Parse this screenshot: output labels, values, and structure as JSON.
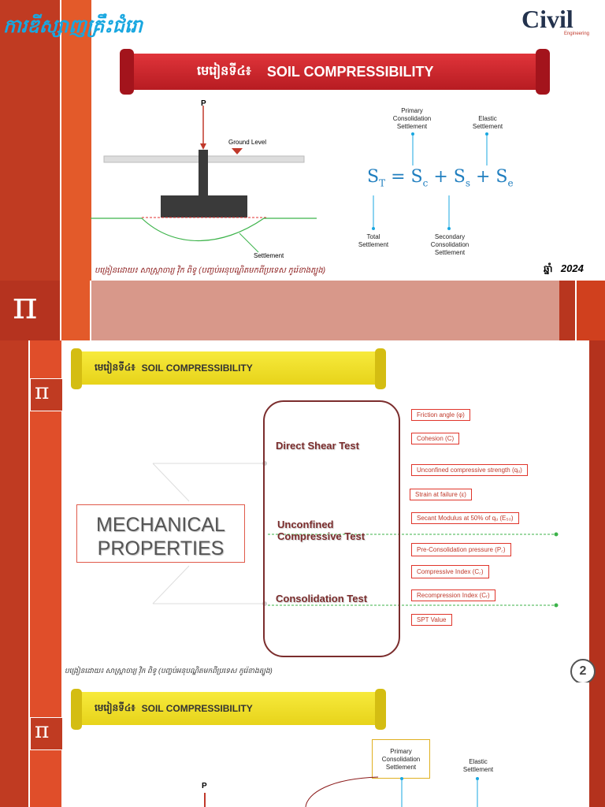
{
  "header": {
    "khmer_title": "ការឌីស្សាញគ្រឹះជំរោ",
    "logo_text": "Civil",
    "logo_subtext": "Engineering"
  },
  "slide1": {
    "ribbon_khmer": "មេរៀនទី៤៖",
    "ribbon_title": "SOIL COMPRESSIBILITY",
    "load_label": "P",
    "ground_level": "Ground Level",
    "settlement": "Settlement",
    "eq_primary": "Primary Consolidation Settlement",
    "eq_elastic": "Elastic Settlement",
    "eq_total": "Total Settlement",
    "eq_secondary": "Secondary Consolidation Settlement",
    "author": "បង្រៀនដោយ៖ សាស្ត្រាចារ្យ វ៉ិក ពិទូ (បញ្ចប់អនុបណ្ឌិតមកពីប្រទេស កូរ៉េខាងត្បូង)",
    "year_label": "ឆ្នាំ",
    "year": "2024"
  },
  "pi_symbol": "π",
  "slide2": {
    "ribbon_khmer": "មេរៀនទី៤៖",
    "ribbon_title": "SOIL COMPRESSIBILITY",
    "mechanical": "MECHANICAL PROPERTIES",
    "tests": [
      "Direct Shear Test",
      "Unconfined Compressive Test",
      "Consolidation Test"
    ],
    "properties": [
      "Friction angle (φ)",
      "Cohesion (C)",
      "Unconfined compressive strength (qᵤ)",
      "Strain at failure (ε)",
      "Secant Modulus at 50% of qᵤ (E₅₀)",
      "Pre-Consolidation pressure (P꜀)",
      "Compressive Index (C꜀)",
      "Recompression Index (Cᵣ)",
      "SPT Value"
    ],
    "author": "បង្រៀនដោយ៖ សាស្ត្រាចារ្យ វ៉ិក ពិទូ (បញ្ចប់អនុបណ្ឌិតមកពីប្រទេស កូរ៉េខាងត្បូង)",
    "page_number": "2"
  },
  "slide3": {
    "ribbon_khmer": "មេរៀនទី៤៖",
    "ribbon_title": "SOIL COMPRESSIBILITY",
    "primary": "Primary Consolidation Settlement",
    "elastic": "Elastic Settlement",
    "load_label": "P"
  },
  "colors": {
    "accent_red": "#e04e2a",
    "dark_red": "#b5331f",
    "ribbon_red": "#cc2a30",
    "ribbon_yellow": "#f2e22f",
    "salmon": "#d8988a"
  }
}
